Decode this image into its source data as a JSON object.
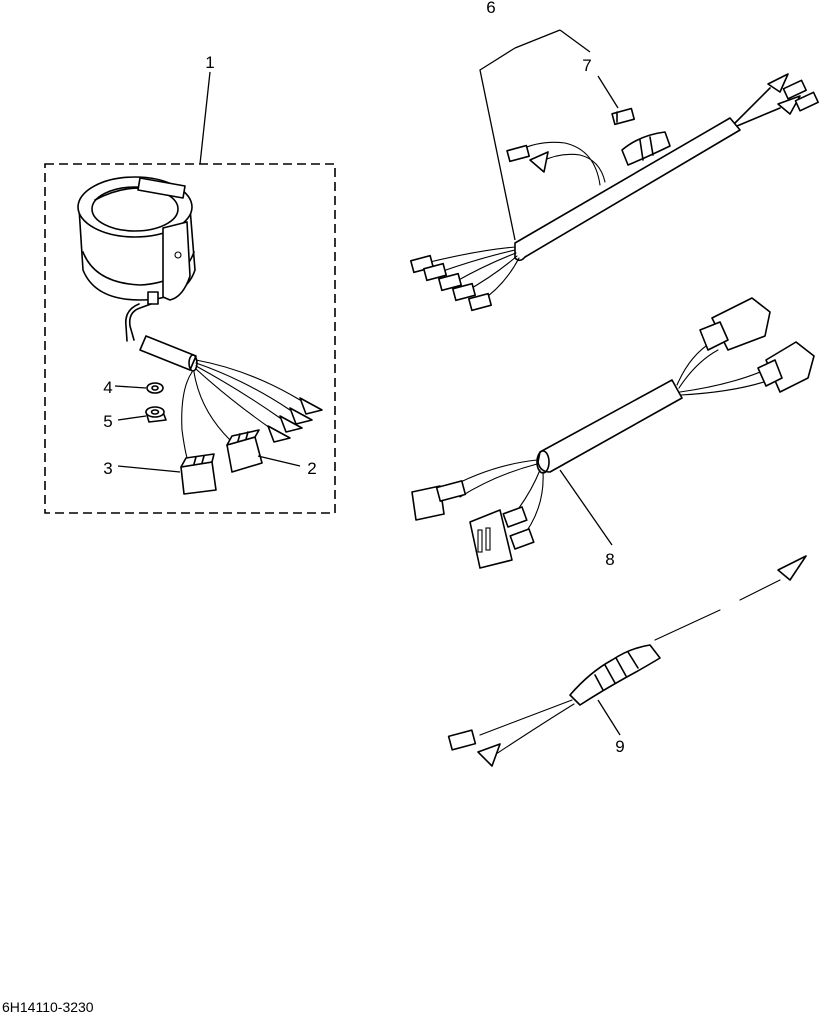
{
  "diagram": {
    "reference_code": "6H14110-3230",
    "callouts": [
      {
        "id": "1",
        "label": "1"
      },
      {
        "id": "2",
        "label": "2"
      },
      {
        "id": "3",
        "label": "3"
      },
      {
        "id": "4",
        "label": "4"
      },
      {
        "id": "5",
        "label": "5"
      },
      {
        "id": "6",
        "label": "6"
      },
      {
        "id": "7",
        "label": "7"
      },
      {
        "id": "8",
        "label": "8"
      },
      {
        "id": "9",
        "label": "9"
      }
    ]
  }
}
